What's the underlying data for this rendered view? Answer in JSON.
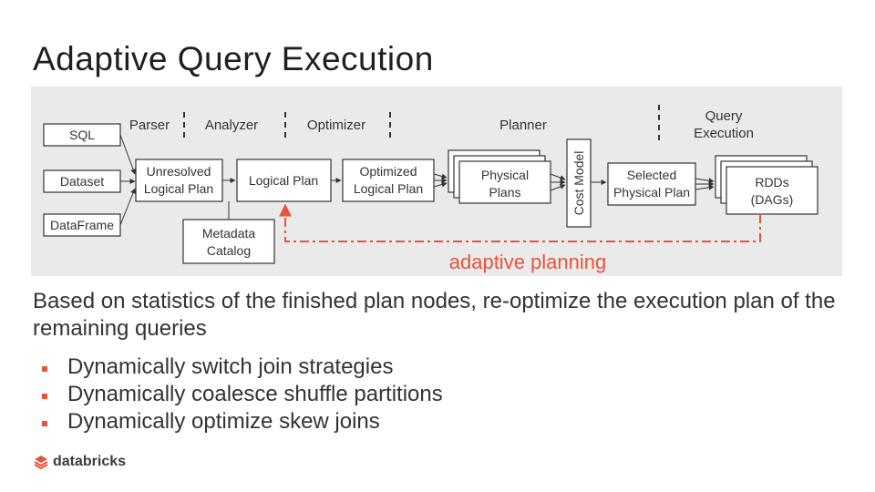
{
  "slide": {
    "title": "Adaptive Query Execution",
    "body": "Based on statistics of the finished plan nodes, re-optimize the execution plan of the remaining queries",
    "bullets": [
      "Dynamically switch join strategies",
      "Dynamically coalesce shuffle partitions",
      "Dynamically optimize skew joins"
    ],
    "logo_text": "databricks",
    "accent_color": "#e8543a"
  },
  "diagram": {
    "inputs": [
      "SQL",
      "Dataset",
      "DataFrame"
    ],
    "stages": {
      "parser": "Parser",
      "analyzer": "Analyzer",
      "optimizer": "Optimizer",
      "planner": "Planner",
      "query_execution_line1": "Query",
      "query_execution_line2": "Execution"
    },
    "nodes": {
      "unresolved_line1": "Unresolved",
      "unresolved_line2": "Logical Plan",
      "logical_plan": "Logical Plan",
      "optimized_line1": "Optimized",
      "optimized_line2": "Logical Plan",
      "physical_line1": "Physical",
      "physical_line2": "Plans",
      "cost_model": "Cost Model",
      "selected_line1": "Selected",
      "selected_line2": "Physical Plan",
      "rdds_line1": "RDDs",
      "rdds_line2": "(DAGs)",
      "catalog_line1": "Metadata",
      "catalog_line2": "Catalog"
    },
    "feedback_label": "adaptive planning",
    "feedback_color": "#e8543a"
  }
}
